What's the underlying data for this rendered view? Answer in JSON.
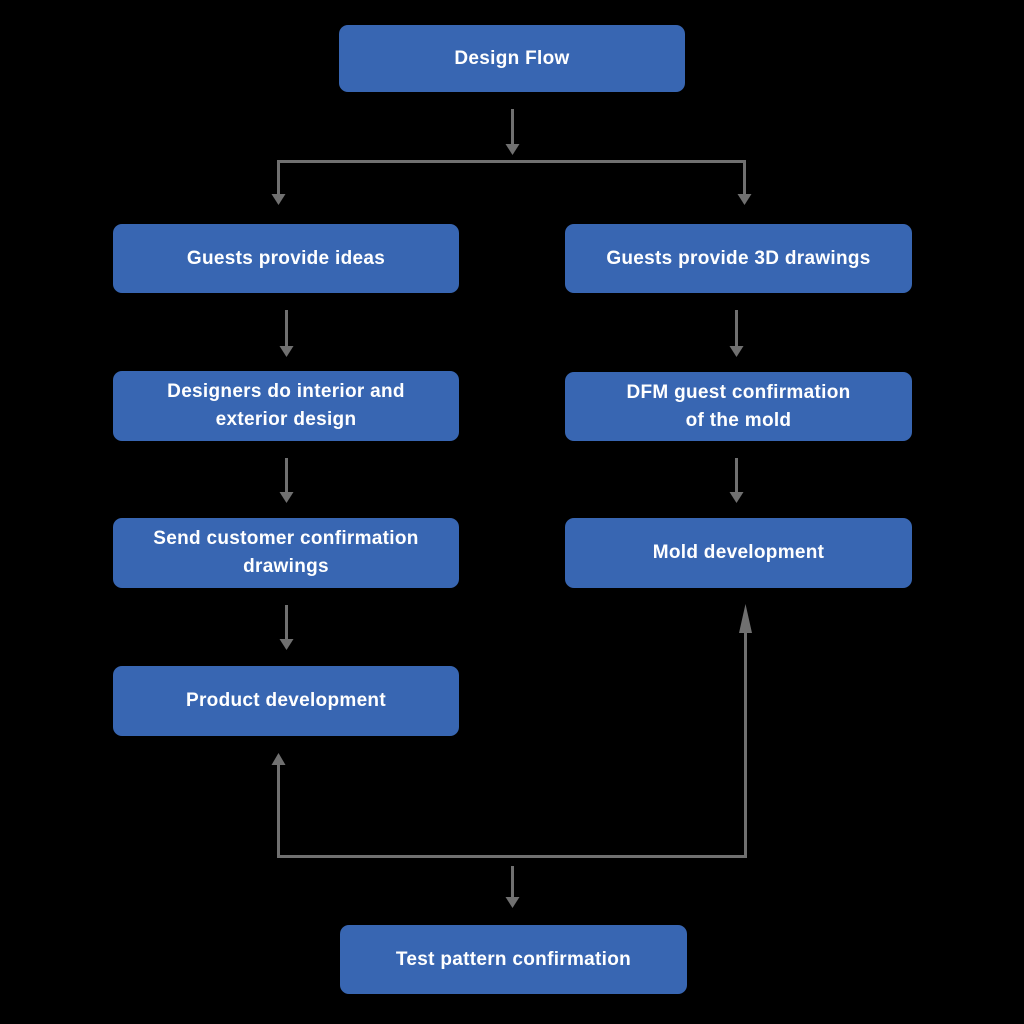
{
  "diagram": {
    "title": "Design Flow",
    "colors": {
      "background": "#000000",
      "node_fill": "#3866B2",
      "node_text": "#FFFFFF",
      "connector": "#707070"
    },
    "nodes": {
      "design_flow": {
        "label": "Design Flow",
        "lines": [
          "Design Flow"
        ]
      },
      "guests_ideas": {
        "label": "Guests provide ideas",
        "lines": [
          "Guests provide ideas"
        ]
      },
      "guests_3d": {
        "label": "Guests provide 3D drawings",
        "lines": [
          "Guests provide 3D drawings"
        ]
      },
      "designers": {
        "label": "Designers do interior and exterior design",
        "lines": [
          "Designers do interior and",
          "exterior design"
        ]
      },
      "dfm": {
        "label": "DFM guest confirmation of the mold",
        "lines": [
          "DFM guest confirmation",
          "of the mold"
        ]
      },
      "send_drawings": {
        "label": "Send customer confirmation drawings",
        "lines": [
          "Send customer confirmation",
          "drawings"
        ]
      },
      "mold_dev": {
        "label": "Mold development",
        "lines": [
          "Mold development"
        ]
      },
      "product_dev": {
        "label": "Product development",
        "lines": [
          "Product development"
        ]
      },
      "test_pattern": {
        "label": "Test pattern confirmation",
        "lines": [
          "Test pattern confirmation"
        ]
      }
    },
    "edges": [
      {
        "from": "design_flow",
        "to": "guests_ideas"
      },
      {
        "from": "design_flow",
        "to": "guests_3d"
      },
      {
        "from": "guests_ideas",
        "to": "designers"
      },
      {
        "from": "designers",
        "to": "send_drawings"
      },
      {
        "from": "send_drawings",
        "to": "product_dev"
      },
      {
        "from": "guests_3d",
        "to": "dfm"
      },
      {
        "from": "dfm",
        "to": "mold_dev"
      },
      {
        "from": "bottom_junction",
        "to": "product_dev"
      },
      {
        "from": "bottom_junction",
        "to": "mold_dev"
      },
      {
        "from": "bottom_junction",
        "to": "test_pattern"
      }
    ]
  }
}
